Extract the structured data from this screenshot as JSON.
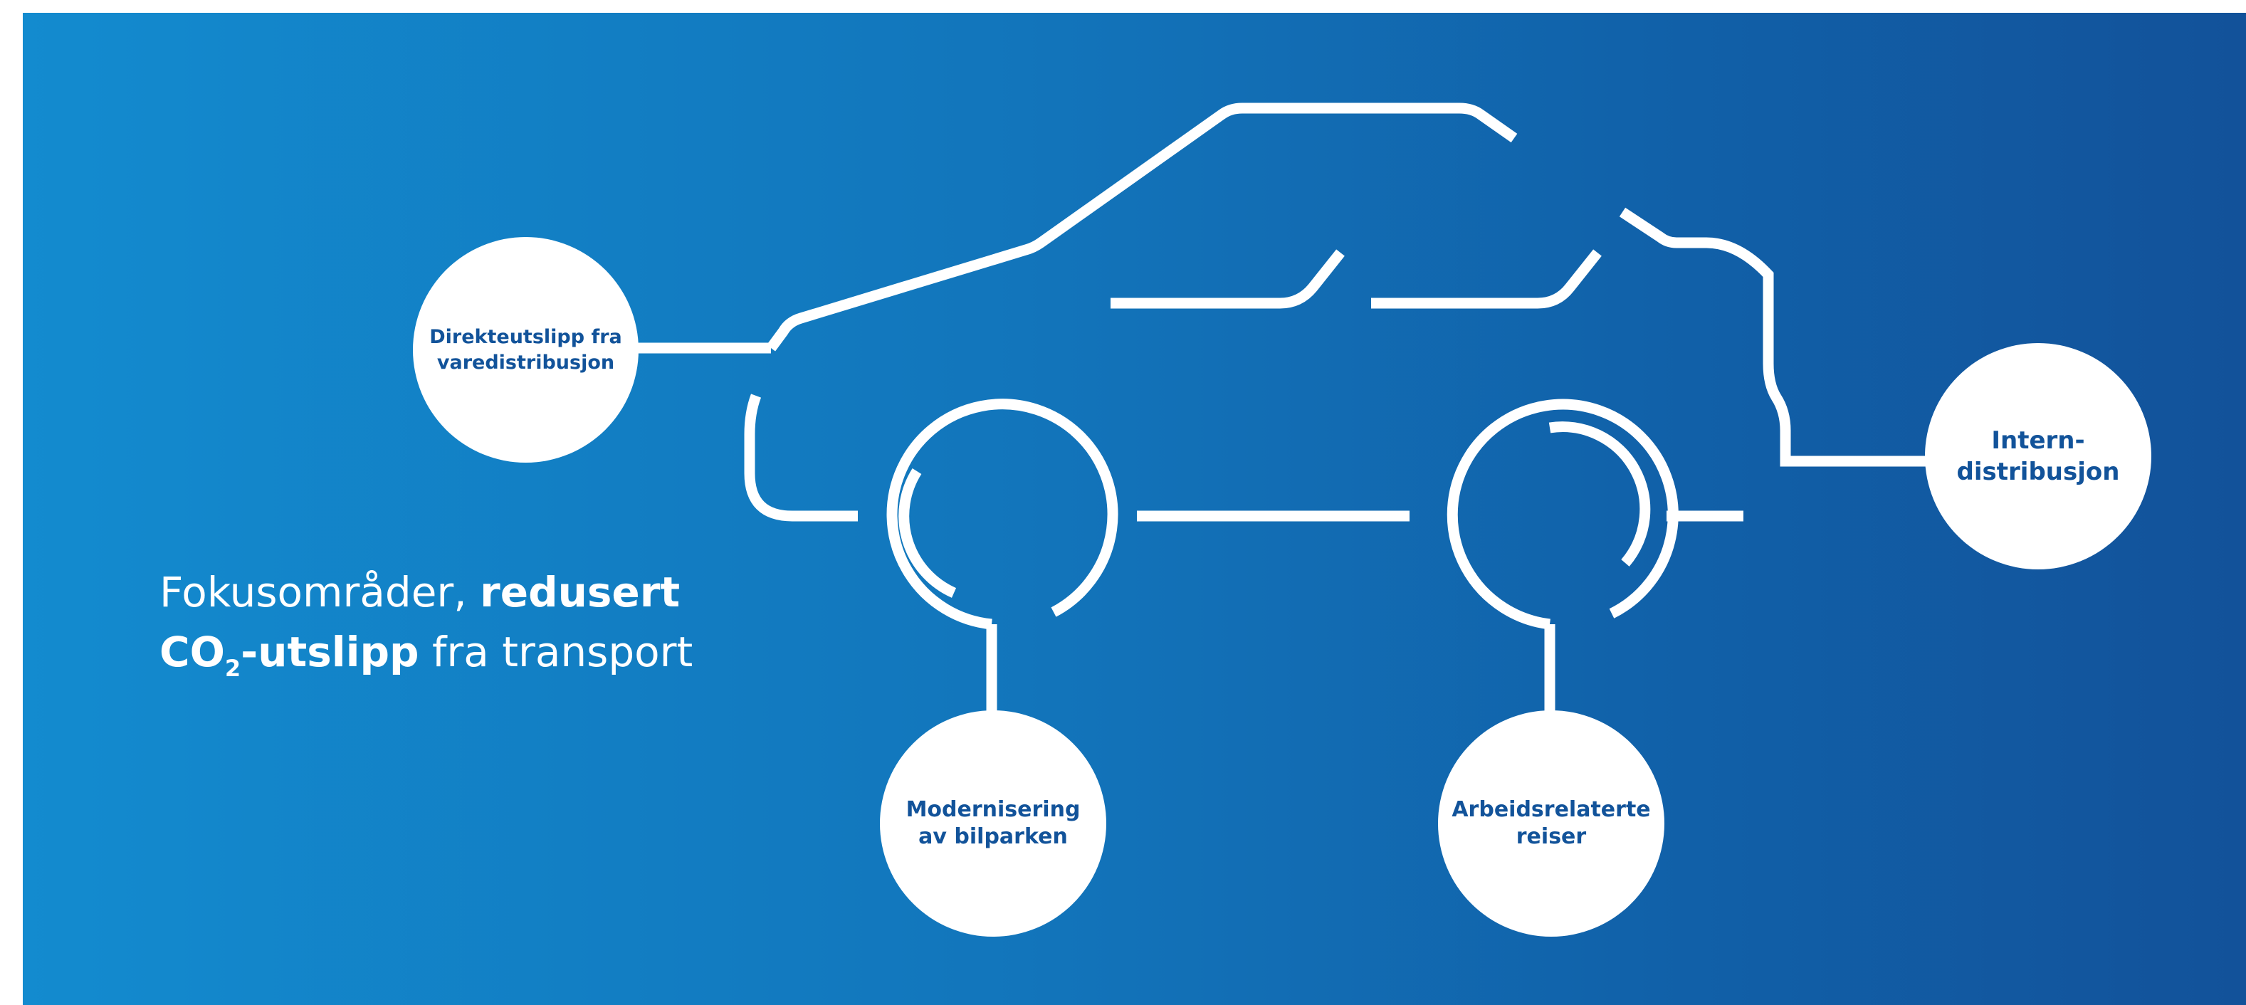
{
  "colors": {
    "accent": "#12539a",
    "background_start": "#138bcf",
    "background_end": "#12529a",
    "line": "#ffffff"
  },
  "heading": {
    "line1_regular": "Fokusområder, ",
    "line1_bold": "redusert",
    "line2_bold_a": "CO",
    "line2_sub": "2",
    "line2_bold_b": "-utslipp",
    "line2_regular": " fra transport"
  },
  "nodes": {
    "direct_emissions": {
      "line1": "Direkteutslipp fra",
      "line2": "varedistribusjon"
    },
    "internal_distribution": {
      "line1": "Intern-",
      "line2": "distribusjon"
    },
    "fleet_modernisation": {
      "line1": "Modernisering",
      "line2": "av bilparken"
    },
    "work_travel": {
      "line1": "Arbeidsrelaterte",
      "line2": "reiser"
    }
  }
}
